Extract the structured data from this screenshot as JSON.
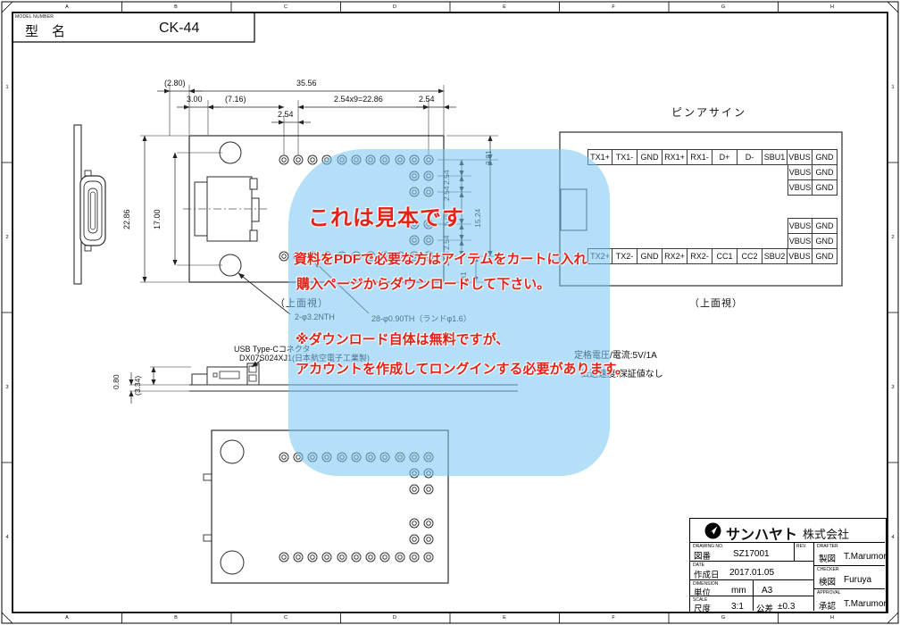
{
  "model_block": {
    "caption": "MODEL NUMBER",
    "label": "型　名",
    "value": "CK-44"
  },
  "zones": {
    "columns": [
      "A",
      "B",
      "C",
      "D",
      "E",
      "F",
      "G",
      "H"
    ],
    "rows": [
      "1",
      "2",
      "3",
      "4"
    ]
  },
  "watermark": {
    "title": "これは見本です",
    "lines": [
      "資料をPDFで必要な方はアイテムをカートに入れ",
      "購入ページからダウンロードして下さい。",
      "※ダウンロード自体は無料ですが、",
      "アカウントを作成してロングインする必要があります。"
    ],
    "text_color": "#e2231a",
    "overlay_color": "#76c4f3"
  },
  "pin_table": {
    "title": "ピンアサイン",
    "caption": "（上面視）",
    "row_top": [
      "TX1+",
      "TX1-",
      "GND",
      "RX1+",
      "RX1-",
      "D+",
      "D-",
      "SBU1",
      "VBUS",
      "GND"
    ],
    "row_bottom": [
      "TX2+",
      "TX2-",
      "GND",
      "RX2+",
      "RX2-",
      "CC1",
      "CC2",
      "SBU2",
      "VBUS",
      "GND"
    ],
    "vg": [
      [
        "VBUS",
        "GND"
      ],
      [
        "VBUS",
        "GND"
      ],
      [
        "VBUS",
        "GND"
      ],
      [
        "VBUS",
        "GND"
      ]
    ]
  },
  "views": {
    "top_caption": "（上面視）"
  },
  "dims": {
    "d280": "(2.80)",
    "d3556": "35.56",
    "d300": "3.00",
    "d716": "(7.16)",
    "d254mid": "2.54",
    "d2286row": "2.54x9=22.86",
    "d254right": "2.54",
    "d2286": "22.86",
    "d1700": "17.00",
    "d381t": "3.81",
    "c1": "2.54",
    "c2": "2.54",
    "c3": "5.08",
    "c4": "2.54",
    "c5": "2.54",
    "d1524": "15.24",
    "d381b": "3.81",
    "d080": "0.80",
    "d334": "(3.34)"
  },
  "labels": {
    "hole_np": "2-φ3.2NTH",
    "hole_th": "28-φ0.90TH（ランドφ1.6）",
    "connector1": "USB Type-Cコネクタ",
    "connector2": "DX07S024XJ1(日本航空電子工業製)",
    "note1": "定格電圧/電流:5V/1A",
    "note2": "伝送速度:保証値なし"
  },
  "title_block": {
    "company_brand": "サンハヤト",
    "company_suffix": "株式会社",
    "drawing_no_caption": "DRAWING NO.",
    "drawing_no_label": "図番",
    "drawing_no": "SZ17001",
    "rev_caption": "REV.",
    "date_caption": "DATE",
    "date_label": "作成日",
    "date": "2017.01.05",
    "dimension_caption": "DIMENSION",
    "unit_label": "単位",
    "unit": "mm",
    "sheet": "A3",
    "scale_caption": "SCALE",
    "scale_label": "尺度",
    "scale": "3:1",
    "tolerance_label": "公差",
    "tolerance": "±0.3",
    "drafter_caption": "DRAFTER",
    "drafter_label": "製図",
    "drafter": "T.Marumori",
    "checker_caption": "CHECKER",
    "checker_label": "検図",
    "checker": "Furuya",
    "approval_caption": "APPROVAL",
    "approval_label": "承認",
    "approval": "T.Marumori"
  }
}
